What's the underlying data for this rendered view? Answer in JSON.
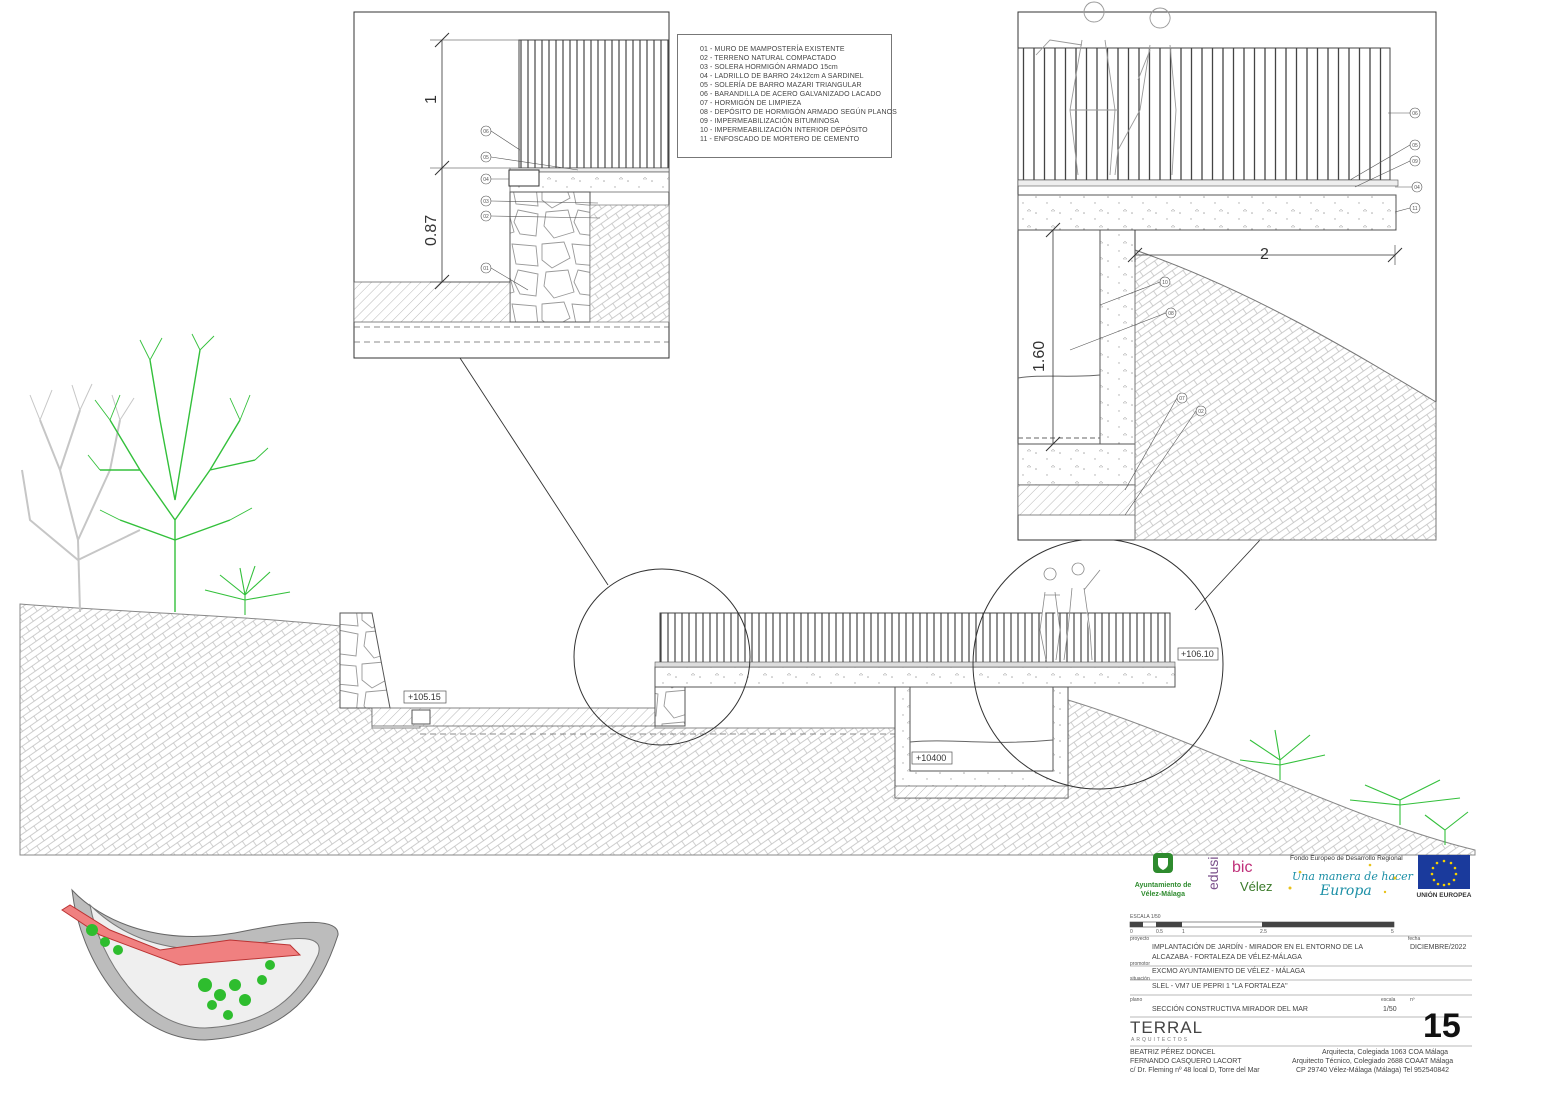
{
  "legend": [
    "01 - MURO DE MAMPOSTERÍA EXISTENTE",
    "02 - TERRENO NATURAL COMPACTADO",
    "03 - SOLERA HORMIGÓN ARMADO 15cm",
    "04 - LADRILLO DE BARRO 24x12cm A SARDINEL",
    "05 - SOLERÍA DE BARRO MAZARI TRIANGULAR",
    "06 - BARANDILLA DE ACERO GALVANIZADO LACADO",
    "07 - HORMIGÓN DE LIMPIEZA",
    "08 - DEPÓSITO DE HORMIGÓN ARMADO SEGÚN PLANOS",
    "09 - IMPERMEABILIZACIÓN BITUMINOSA",
    "10 - IMPERMEABILIZACIÓN INTERIOR DEPÓSITO",
    "11 - ENFOSCADO DE MORTERO DE CEMENTO"
  ],
  "detail_left": {
    "dim_top": "1",
    "dim_bottom": "0.87",
    "callouts": [
      "06",
      "05",
      "04",
      "03",
      "02",
      "01"
    ]
  },
  "detail_right": {
    "dim_width": "2",
    "dim_height": "1.60",
    "callouts": [
      "06",
      "05",
      "09",
      "04",
      "11",
      "10",
      "08",
      "07",
      "02"
    ]
  },
  "elevations": {
    "lower": "+105.15",
    "upper": "+106.10",
    "tank": "+10400"
  },
  "logos": {
    "ayuntamiento_line1": "Ayuntamiento de",
    "ayuntamiento_line2": "Vélez-Málaga",
    "edusi": "edusi",
    "bic": "bic",
    "velez": "Vélez",
    "feder": "Fondo Europeo de Desarrollo Regional",
    "feder_slogan_1": "Una manera de hacer",
    "feder_slogan_2": "Europa",
    "ue": "UNIÓN EUROPEA"
  },
  "title_block": {
    "escala_label": "ESCALA 1/50",
    "scale_ticks": [
      "0",
      "0.5",
      "1",
      "2.5",
      "5"
    ],
    "proyecto_label": "proyecto",
    "fecha_label": "fecha",
    "proyecto_1": "IMPLANTACIÓN DE JARDÍN - MIRADOR EN EL ENTORNO DE LA",
    "proyecto_2": "ALCAZABA - FORTALEZA DE VÉLEZ-MÁLAGA",
    "fecha": "DICIEMBRE/2022",
    "promotor_label": "promotor",
    "promotor": "EXCMO AYUNTAMIENTO DE VÉLEZ - MÁLAGA",
    "situacion_label": "situación",
    "situacion": "SLEL - VM7 UE PEPRI 1 \"LA FORTALEZA\"",
    "plano_label": "plano",
    "escala2_label": "escala",
    "num_label": "nº",
    "plano": "SECCIÓN CONSTRUCTIVA MIRADOR DEL MAR",
    "escala": "1/50",
    "numero": "15",
    "firm": "TERRAL",
    "firm_sub": "ARQUITECTOS",
    "author_1": "BEATRIZ PÉREZ DONCEL",
    "author_2": "FERNANDO CASQUERO LACORT",
    "address_left": "c/ Dr. Fleming nº 48 local D, Torre del Mar",
    "credit_1": "Arquitecta, Colegiada 1063 COA Málaga",
    "credit_2": "Arquitecto Técnico, Colegiado 2688 COAAT Málaga",
    "credit_3": "CP 29740 Vélez-Málaga (Málaga) Tel 952540842"
  }
}
